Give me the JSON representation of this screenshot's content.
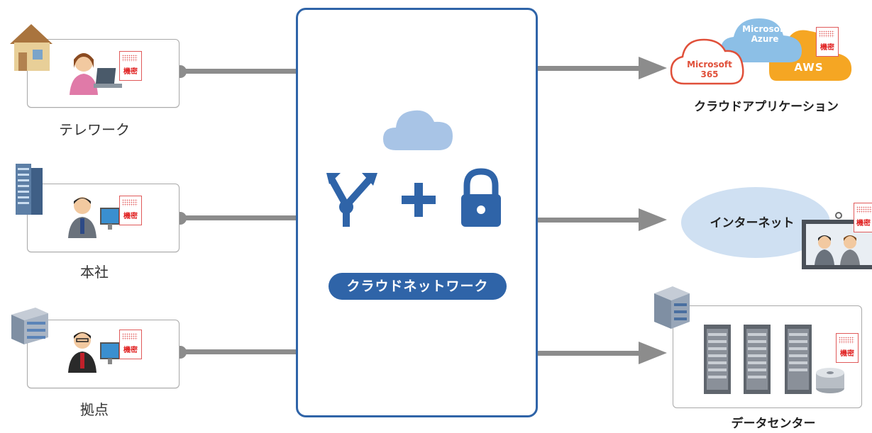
{
  "left_nodes": [
    {
      "label": "テレワーク",
      "doc": "機密"
    },
    {
      "label": "本社",
      "doc": "機密"
    },
    {
      "label": "拠点",
      "doc": "機密"
    }
  ],
  "hub": {
    "label": "クラウドネットワーク"
  },
  "right_nodes": {
    "cloud_apps": {
      "label": "クラウドアプリケーション",
      "ms365": {
        "line1": "Microsoft",
        "line2": "365"
      },
      "azure": {
        "line1": "Microsoft",
        "line2": "Azure"
      },
      "aws": "AWS",
      "doc": "機密"
    },
    "internet": {
      "label": "インターネット",
      "doc": "機密"
    },
    "datacenter": {
      "label": "データセンター",
      "doc": "機密"
    }
  },
  "colors": {
    "hub_blue": "#2f64a8",
    "confidential_red": "#e02020",
    "line_gray": "#8c8c8c",
    "cloud_blue": "#a8c4e6",
    "aws_orange": "#f5a623"
  }
}
